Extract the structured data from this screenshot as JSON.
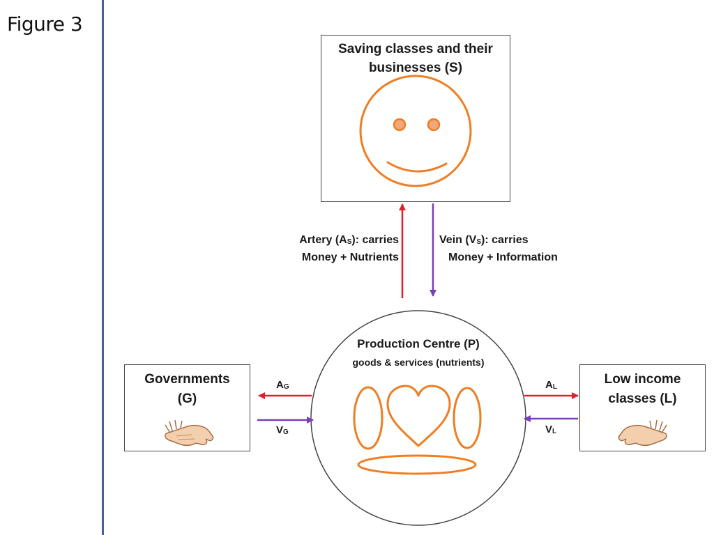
{
  "figure_label": "Figure 3",
  "saving_box": {
    "line1": "Saving classes and their",
    "line2": "businesses (S)"
  },
  "production": {
    "title": "Production Centre (P)",
    "subtitle": "goods & services (nutrients)"
  },
  "governments": {
    "line1": "Governments",
    "line2": "(G)"
  },
  "low_income": {
    "line1": "Low income",
    "line2": "classes (L)"
  },
  "artery_s": {
    "line1_pre": "Artery (A",
    "line1_sub": "S",
    "line1_post": "): carries",
    "line2": "Money + Nutrients"
  },
  "vein_s": {
    "line1_pre": "Vein (V",
    "line1_sub": "S",
    "line1_post": "): carries",
    "line2": "Money + Information"
  },
  "artery_g": {
    "main": "A",
    "sub": "G"
  },
  "vein_g": {
    "main": "V",
    "sub": "G"
  },
  "artery_l": {
    "main": "A",
    "sub": "L"
  },
  "vein_l": {
    "main": "V",
    "sub": "L"
  },
  "colors": {
    "artery": "#e0202a",
    "vein": "#7a3fb8",
    "orange": "#ef7d22",
    "rule": "#4a5fa0",
    "hand_fill": "#f4cfae",
    "hand_stroke": "#a56b45"
  },
  "icons": [
    "smiley-face-icon",
    "heart-icon",
    "hand-icon"
  ]
}
